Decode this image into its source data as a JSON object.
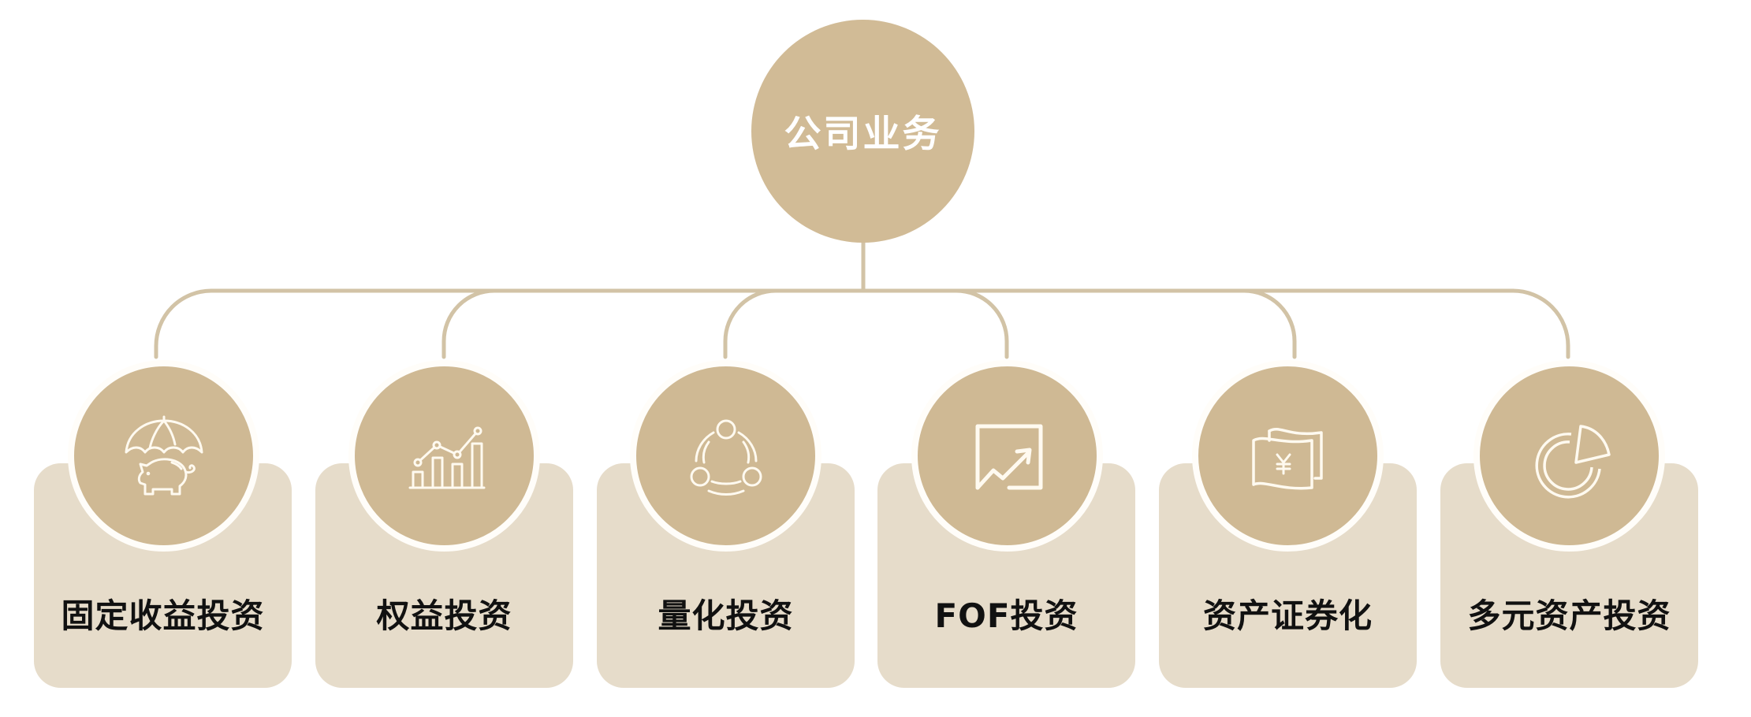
{
  "root": {
    "label": "公司业务",
    "color": "#d1bb96",
    "text_color": "#ffffff"
  },
  "connector_color": "#d2c3a6",
  "card_color": "#e6dcca",
  "badge_color": "#cfb994",
  "children": [
    {
      "label": "固定收益投资",
      "icon": "umbrella-piggy-bank-icon"
    },
    {
      "label": "权益投资",
      "icon": "bar-line-chart-icon"
    },
    {
      "label": "量化投资",
      "icon": "cycle-nodes-icon"
    },
    {
      "label": "FOF投资",
      "icon": "trend-arrow-frame-icon"
    },
    {
      "label": "资产证券化",
      "icon": "yuan-banknote-icon"
    },
    {
      "label": "多元资产投资",
      "icon": "pie-chart-icon"
    }
  ]
}
